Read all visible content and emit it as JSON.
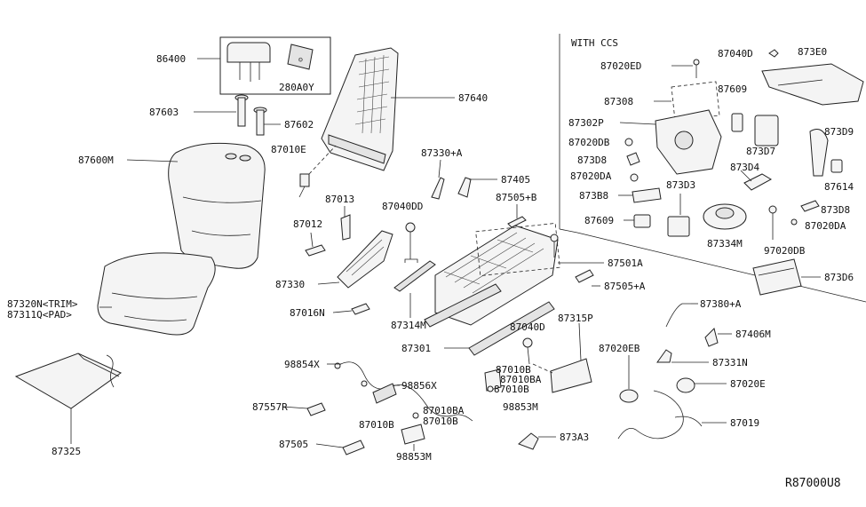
{
  "section_title": "WITH CCS",
  "diagram_code": "R87000U8",
  "labels": {
    "p86400": "86400",
    "p280A0Y": "280A0Y",
    "p87603": "87603",
    "p87602": "87602",
    "p87640": "87640",
    "p87600M": "87600M",
    "p87010E": "87010E",
    "p87320N": "87320N<TRIM>",
    "p87311Q": "87311Q<PAD>",
    "p87325": "87325",
    "p87013": "87013",
    "p87012": "87012",
    "p87330": "87330",
    "p87016N": "87016N",
    "p87040DD": "87040DD",
    "p87314M": "87314M",
    "p87330A": "87330+A",
    "p87405": "87405",
    "p87505B": "87505+B",
    "p87501A": "87501A",
    "p87505A": "87505+A",
    "p87301": "87301",
    "p87315P": "87315P",
    "p87040D": "87040D",
    "p98854X": "98854X",
    "p98856X": "98856X",
    "p87557R": "87557R",
    "p87010B_a": "87010B",
    "p87010BA_a": "87010BA",
    "p87010B_b": "87010B",
    "p98853M_a": "98853M",
    "p87010BA_b": "87010BA",
    "p87010B_c": "87010B",
    "p87010B_d": "87010B",
    "p87505": "87505",
    "p98853M_b": "98853M",
    "p873A3": "873A3",
    "p87020ED": "87020ED",
    "p87040D_r": "87040D",
    "p873E0": "873E0",
    "p87308": "87308",
    "p87609_a": "87609",
    "p87302P": "87302P",
    "p873D9": "873D9",
    "p87020DB_a": "87020DB",
    "p873D8_a": "873D8",
    "p873D7": "873D7",
    "p87020DA_a": "87020DA",
    "p873D4": "873D4",
    "p87614": "87614",
    "p873B8": "873B8",
    "p873D3": "873D3",
    "p873D8_b": "873D8",
    "p87020DA_b": "87020DA",
    "p87609_b": "87609",
    "p87334M": "87334M",
    "p97020DB": "97020DB",
    "p873D6": "873D6",
    "p87380A": "87380+A",
    "p87406M": "87406M",
    "p87020EB": "87020EB",
    "p87331N": "87331N",
    "p87020E": "87020E",
    "p87019": "87019"
  }
}
